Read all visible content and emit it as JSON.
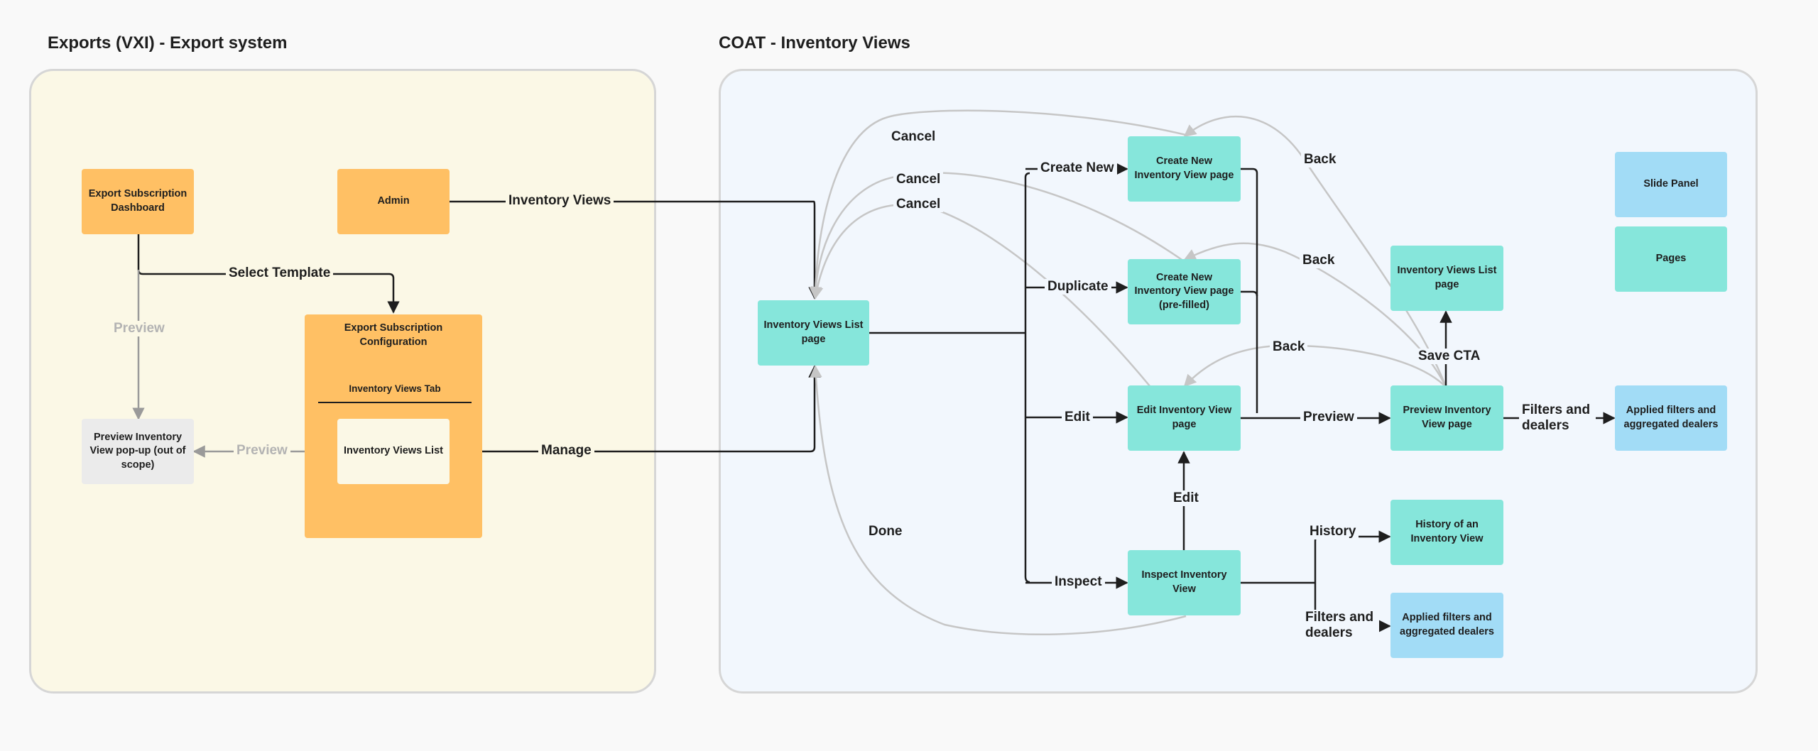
{
  "sections": {
    "exports_title": "Exports (VXI) - Export system",
    "coat_title": "COAT - Inventory Views"
  },
  "nodes": {
    "export_dashboard": "Export Subscription Dashboard",
    "admin": "Admin",
    "export_config": "Export Subscription Configuration",
    "inventory_views_tab": "Inventory Views Tab",
    "inventory_views_list_small": "Inventory Views List",
    "preview_popup": "Preview Inventory View pop-up (out of scope)",
    "inventory_views_list_page": "Inventory Views List page",
    "create_new": "Create New Inventory View page",
    "create_new_prefilled": "Create New Inventory View page (pre-filled)",
    "edit_page": "Edit Inventory View page",
    "inspect": "Inspect Inventory View",
    "preview_page": "Preview Inventory View page",
    "list_page_right": "Inventory Views List page",
    "applied_filters_top": "Applied filters and aggregated dealers",
    "history": "History of an Inventory View",
    "applied_filters_bottom": "Applied filters and aggregated dealers"
  },
  "legend": {
    "slide_panel": "Slide Panel",
    "pages": "Pages"
  },
  "edge_labels": {
    "inventory_views": "Inventory Views",
    "select_template": "Select Template",
    "preview_left": "Preview",
    "preview_popup": "Preview",
    "manage": "Manage",
    "cancel_1": "Cancel",
    "cancel_2": "Cancel",
    "cancel_3": "Cancel",
    "done": "Done",
    "create_new": "Create New",
    "duplicate": "Duplicate",
    "edit": "Edit",
    "inspect": "Inspect",
    "edit_up": "Edit",
    "back_1": "Back",
    "back_2": "Back",
    "back_3": "Back",
    "preview": "Preview",
    "save_cta": "Save CTA",
    "filters_dealers_right": "Filters and dealers",
    "history": "History",
    "filters_dealers_bottom": "Filters and dealers"
  },
  "colors": {
    "orange": "#ffc064",
    "teal": "#86e6db",
    "blue": "#a2dcf6",
    "grey": "#ebebeb",
    "exports_bg": "#fbf8e6",
    "coat_bg": "#f2f7fd"
  }
}
